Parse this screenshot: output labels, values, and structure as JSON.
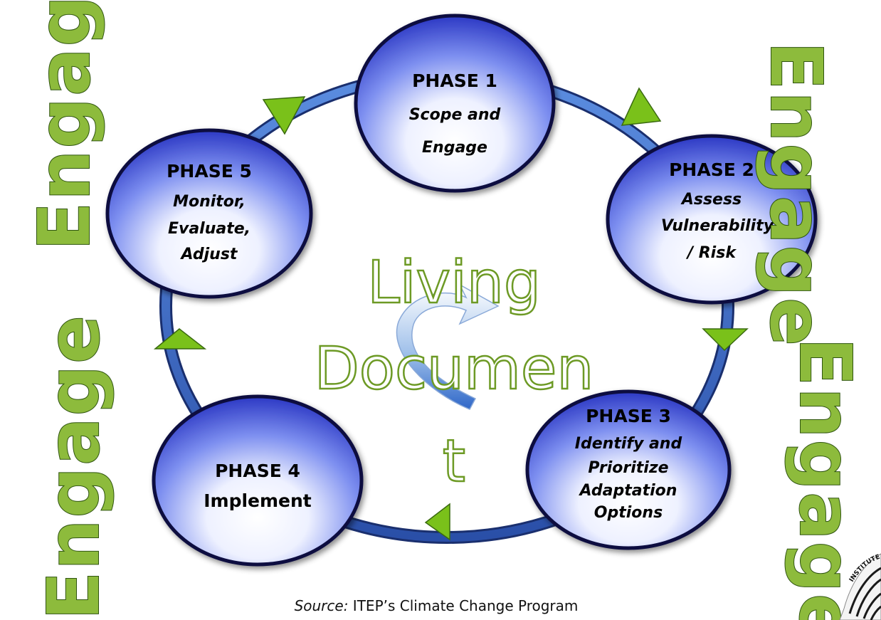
{
  "engage_label": "Engage",
  "center": {
    "line1": "Living",
    "line2": "Documen",
    "line3": "t"
  },
  "phases": [
    {
      "title": "PHASE 1",
      "lines": [
        "Scope and",
        "Engage"
      ]
    },
    {
      "title": "PHASE 2",
      "lines": [
        "Assess",
        "Vulnerability",
        "/ Risk"
      ]
    },
    {
      "title": "PHASE 3",
      "lines": [
        "Identify and",
        "Prioritize",
        "Adaptation",
        "Options"
      ]
    },
    {
      "title": "PHASE 4",
      "lines": [
        "Implement"
      ]
    },
    {
      "title": "PHASE 5",
      "lines": [
        "Monitor,",
        "Evaluate,",
        "Adjust"
      ]
    }
  ],
  "source": {
    "prefix": "Source:",
    "text": " ITEP’s Climate Change Program"
  },
  "logo_text": "INSTITUTE",
  "colors": {
    "ring": "#2f5fb8",
    "arrow": "#7ac11a",
    "engage": "#8dbb3c",
    "living": "#6d9a25"
  }
}
